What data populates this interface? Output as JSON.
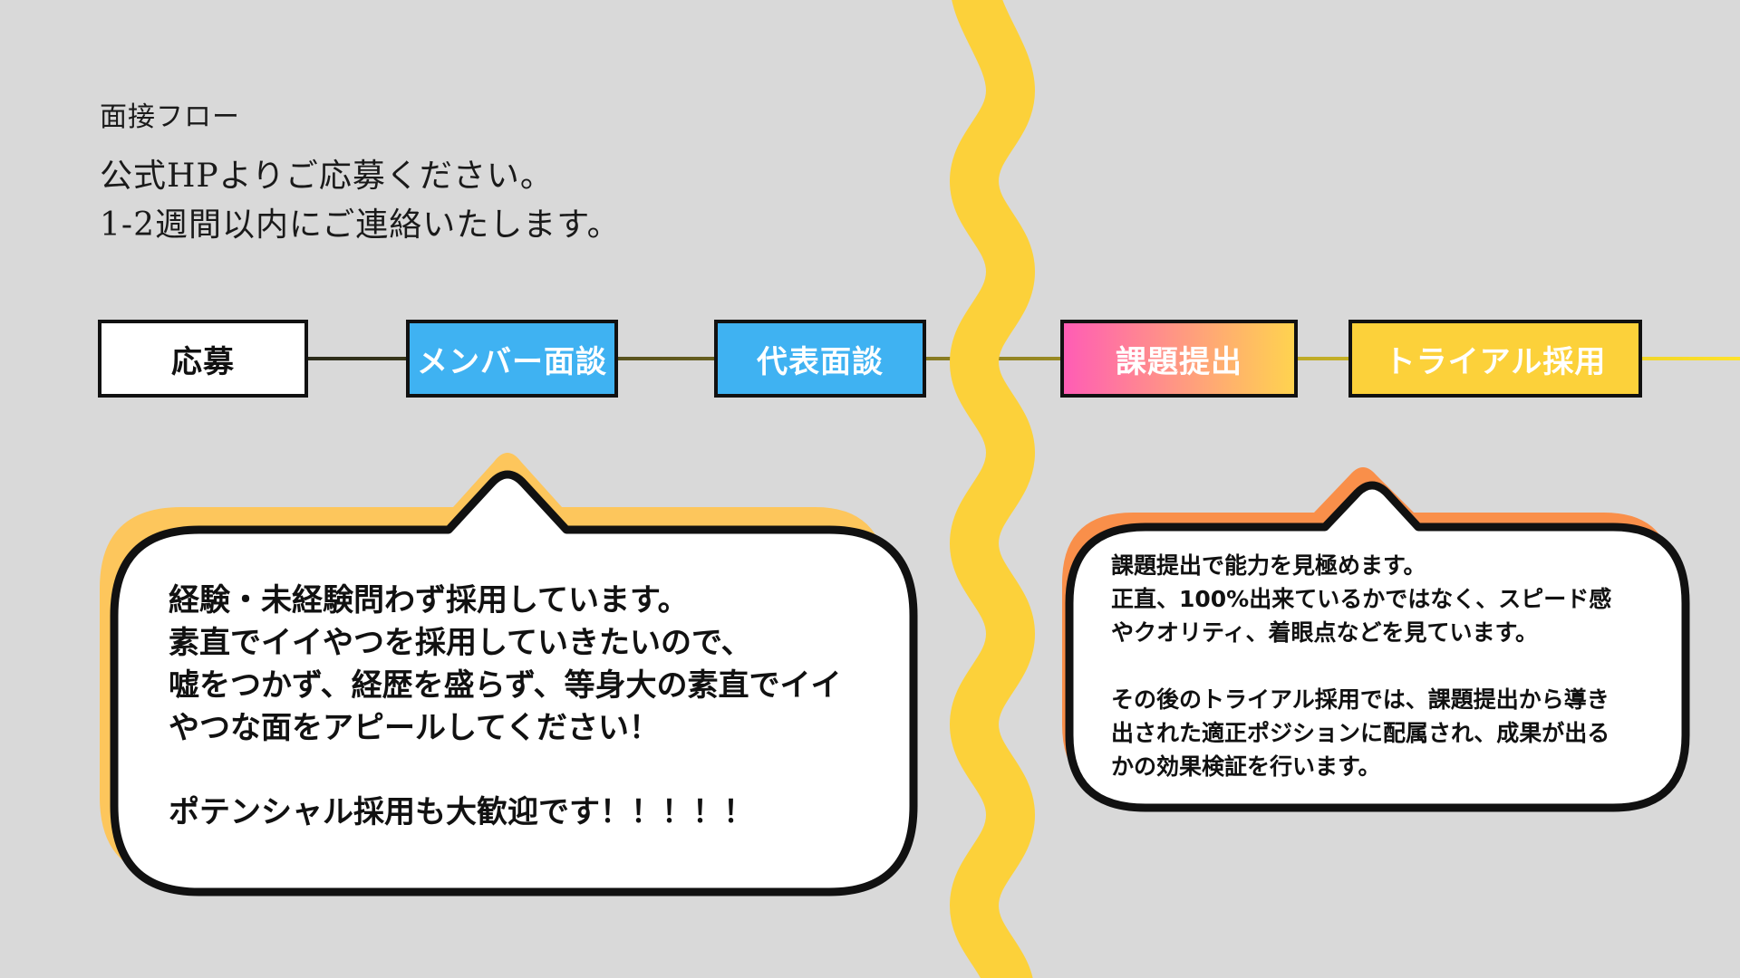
{
  "header": {
    "section_title": "面接フロー",
    "lead_line1": "公式HPよりご応募ください。",
    "lead_line2": "1-2週間以内にご連絡いたします。"
  },
  "flow_steps": [
    {
      "label": "応募"
    },
    {
      "label": "メンバー面談"
    },
    {
      "label": "代表面談"
    },
    {
      "label": "課題提出"
    },
    {
      "label": "トライアル採用"
    }
  ],
  "bubble_left": {
    "line1": "経験・未経験問わず採用しています。",
    "line2": "素直でイイやつを採用していきたいので、",
    "line3": "嘘をつかず、経歴を盛らず、等身大の素直でイイ",
    "line4": "やつな面をアピールしてください！",
    "line5": "ポテンシャル採用も大歓迎です！！！！！"
  },
  "bubble_right": {
    "line1": "課題提出で能力を見極めます。",
    "line2": "正直、100%出来ているかではなく、スピード感",
    "line3": "やクオリティ、着眼点などを見ています。",
    "line4": "その後のトライアル採用では、課題提出から導き",
    "line5": "出された適正ポジションに配属され、成果が出る",
    "line6": "かの効果検証を行います。"
  },
  "colors": {
    "background": "#d9d9d9",
    "wave": "#fcd13a",
    "blue_step": "#3fb2f2",
    "pink_gradient_start": "#ff5db5",
    "yellow_step": "#fcd13a",
    "left_bubble_shadow": "#fdc65c",
    "right_bubble_shadow": "#f98f4a"
  }
}
